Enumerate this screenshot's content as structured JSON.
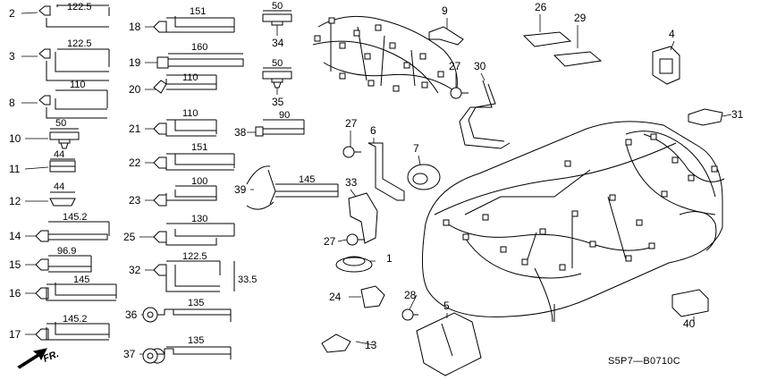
{
  "diagram": {
    "part_code": "S5P7—B0710C",
    "direction_label": "FR.",
    "clips_left": [
      {
        "id": "clip-2",
        "callout": "2",
        "dim": "122.5"
      },
      {
        "id": "clip-3",
        "callout": "3",
        "dim": "122.5"
      },
      {
        "id": "clip-8",
        "callout": "8",
        "dim": "110"
      },
      {
        "id": "clip-10",
        "callout": "10",
        "dim": "50"
      },
      {
        "id": "clip-11",
        "callout": "11",
        "dim": "44"
      },
      {
        "id": "clip-12",
        "callout": "12",
        "dim": "44"
      },
      {
        "id": "clip-14",
        "callout": "14",
        "dim": "145.2"
      },
      {
        "id": "clip-15",
        "callout": "15",
        "dim": "96.9"
      },
      {
        "id": "clip-16",
        "callout": "16",
        "dim": "145"
      },
      {
        "id": "clip-17",
        "callout": "17",
        "dim": "145.2"
      }
    ],
    "clips_middle": [
      {
        "id": "clip-18",
        "callout": "18",
        "dim": "151"
      },
      {
        "id": "clip-19",
        "callout": "19",
        "dim": "160"
      },
      {
        "id": "clip-20",
        "callout": "20",
        "dim": "110"
      },
      {
        "id": "clip-21",
        "callout": "21",
        "dim": "110"
      },
      {
        "id": "clip-22",
        "callout": "22",
        "dim": "151"
      },
      {
        "id": "clip-23",
        "callout": "23",
        "dim": "100"
      },
      {
        "id": "clip-25",
        "callout": "25",
        "dim": "130"
      },
      {
        "id": "clip-32",
        "callout": "32",
        "dim": "122.5",
        "dim2": "33.5"
      },
      {
        "id": "clip-36",
        "callout": "36",
        "dim": "135"
      },
      {
        "id": "clip-37",
        "callout": "37",
        "dim": "135"
      }
    ],
    "clips_small": [
      {
        "id": "clip-34",
        "callout": "34",
        "dim": "50"
      },
      {
        "id": "clip-35",
        "callout": "35",
        "dim": "50"
      },
      {
        "id": "clip-38",
        "callout": "38",
        "dim": "90"
      },
      {
        "id": "clip-39",
        "callout": "39",
        "dim": "145"
      }
    ],
    "parts": [
      {
        "id": "part-1",
        "callout": "1"
      },
      {
        "id": "part-4",
        "callout": "4"
      },
      {
        "id": "part-5",
        "callout": "5"
      },
      {
        "id": "part-6",
        "callout": "6"
      },
      {
        "id": "part-7",
        "callout": "7"
      },
      {
        "id": "part-9",
        "callout": "9"
      },
      {
        "id": "part-13",
        "callout": "13"
      },
      {
        "id": "part-24",
        "callout": "24"
      },
      {
        "id": "part-26",
        "callout": "26"
      },
      {
        "id": "part-27a",
        "callout": "27"
      },
      {
        "id": "part-27b",
        "callout": "27"
      },
      {
        "id": "part-27c",
        "callout": "27"
      },
      {
        "id": "part-28",
        "callout": "28"
      },
      {
        "id": "part-29",
        "callout": "29"
      },
      {
        "id": "part-30",
        "callout": "30"
      },
      {
        "id": "part-31",
        "callout": "31"
      },
      {
        "id": "part-33",
        "callout": "33"
      },
      {
        "id": "part-40",
        "callout": "40"
      }
    ]
  }
}
